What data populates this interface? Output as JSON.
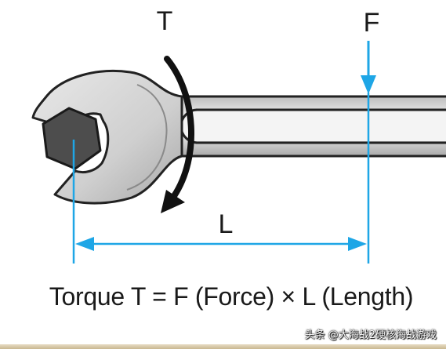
{
  "labels": {
    "torque": "T",
    "force": "F",
    "length": "L"
  },
  "formula": "Torque T = F (Force) × L (Length)",
  "watermark": "头条 @大海战2硬核海战游戏",
  "colors": {
    "dimension_line": "#1ea6e6",
    "wrench_fill": "#d9d9d9",
    "wrench_outline": "#222222",
    "hex_nut": "#4d4d4d",
    "rotation_arrow": "#111111"
  }
}
